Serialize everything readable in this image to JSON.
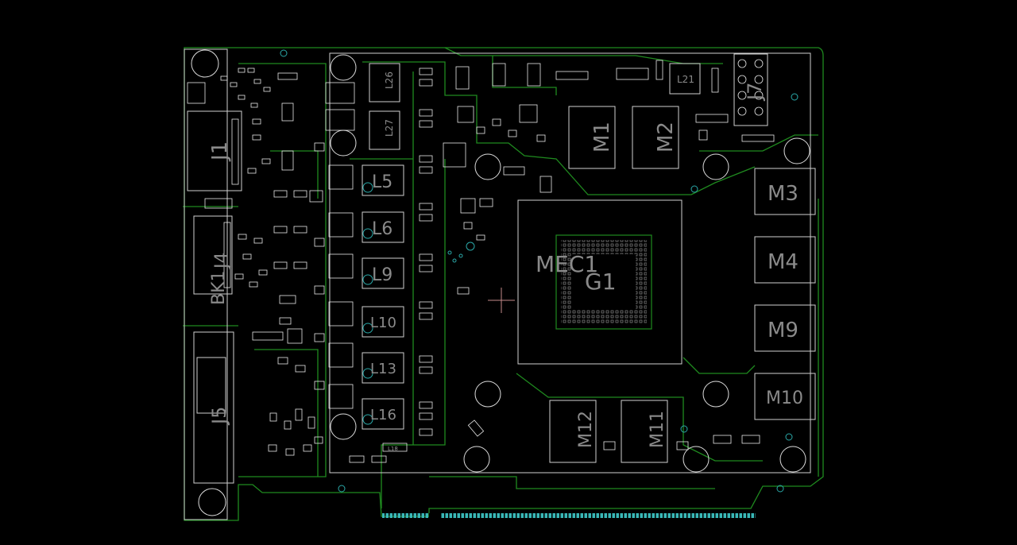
{
  "colors": {
    "background": "#000000",
    "copper": "#1f8a1f",
    "silkscreen": "#8a8a8a",
    "pad": "#e8e8e8",
    "via": "#2aa8a8",
    "edge_connector": "#39b7b7"
  },
  "designators": {
    "J1": "J1",
    "J4": "J4",
    "BK1": "BK1",
    "J5": "J5",
    "J7": "J7",
    "L21": "L21",
    "L26": "L26",
    "L27": "L27",
    "L5": "L5",
    "L6": "L6",
    "L9": "L9",
    "L10": "L10",
    "L13": "L13",
    "L16": "L16",
    "L18": "L18",
    "M1": "M1",
    "M2": "M2",
    "M3": "M3",
    "M4": "M4",
    "M9": "M9",
    "M10": "M10",
    "M11": "M11",
    "M12": "M12",
    "MEC1": "MEC1",
    "G1": "G1"
  }
}
